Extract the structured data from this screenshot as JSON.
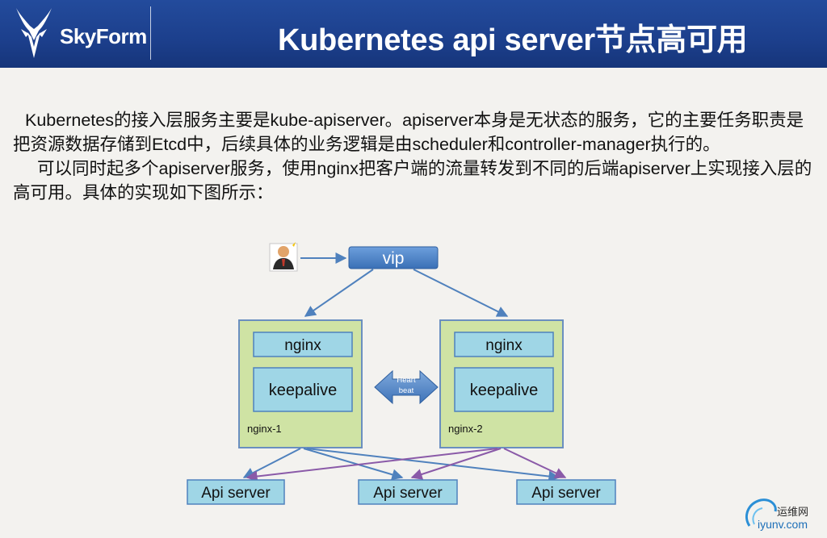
{
  "header": {
    "brand": "SkyForm",
    "title": "Kubernetes api server节点高可用"
  },
  "content": {
    "paragraph1": "Kubernetes的接入层服务主要是kube-apiserver。apiserver本身是无状态的服务，它的主要任务职责是把资源数据存储到Etcd中，后续具体的业务逻辑是由scheduler和controller-manager执行的。",
    "paragraph2": "可以同时起多个apiserver服务，使用nginx把客户端的流量转发到不同的后端apiserver上实现接入层的高可用。具体的实现如下图所示："
  },
  "diagram": {
    "vip_label": "vip",
    "nodes": [
      {
        "nginx_label": "nginx",
        "keepalive_label": "keepalive",
        "name": "nginx-1"
      },
      {
        "nginx_label": "nginx",
        "keepalive_label": "keepalive",
        "name": "nginx-2"
      }
    ],
    "heartbeat_line1": "Heart",
    "heartbeat_line2": "beat",
    "api_servers": [
      "Api server",
      "Api server",
      "Api server"
    ],
    "colors": {
      "node_fill": "#cfe3a4",
      "node_border": "#6a8fc0",
      "inner_fill": "#9fd6e6",
      "vip_fill": "#4a82c6",
      "arrow_blue": "#4f81bd",
      "arrow_purple": "#8a5aa8"
    }
  },
  "watermark": {
    "label": "运维网",
    "url": "iyunv.com"
  }
}
